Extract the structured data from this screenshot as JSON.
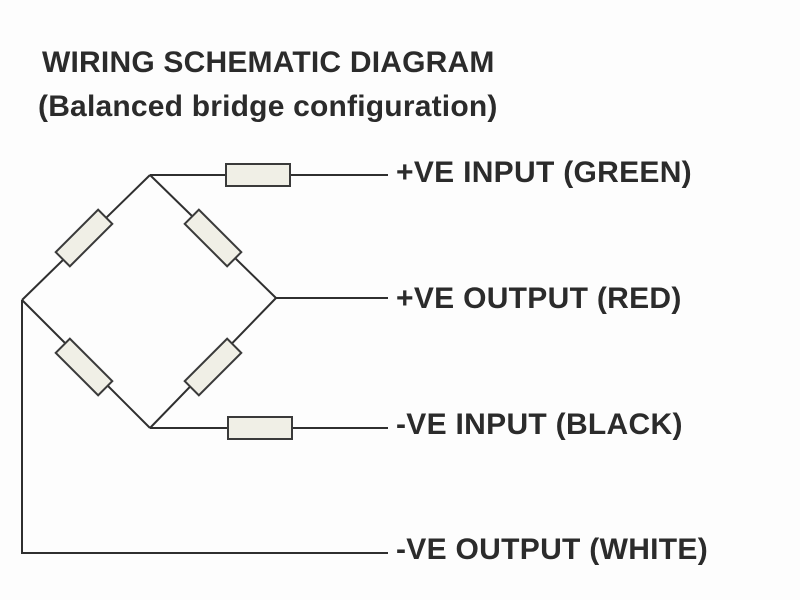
{
  "diagram": {
    "title": "WIRING SCHEMATIC DIAGRAM",
    "subtitle": "(Balanced bridge configuration)",
    "leads": [
      {
        "label": "+VE INPUT (GREEN)"
      },
      {
        "label": "+VE OUTPUT (RED)"
      },
      {
        "label": "-VE INPUT (BLACK)"
      },
      {
        "label": "-VE OUTPUT (WHITE)"
      }
    ],
    "colors": {
      "line": "#2f2f2f",
      "resistor_fill": "#f0efe6",
      "text": "#2b2b2b"
    }
  }
}
